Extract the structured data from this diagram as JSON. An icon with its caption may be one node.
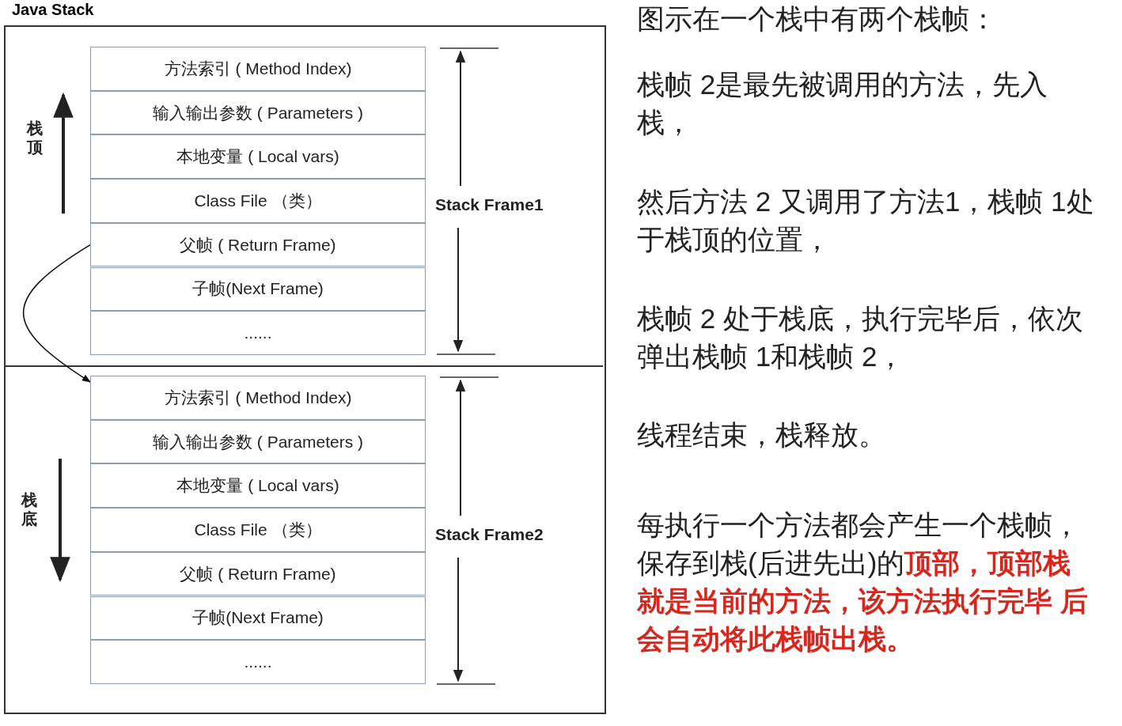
{
  "diagram": {
    "nodes": [
      {
        "text": [
          "Java Stack"
        ]
      },
      {
        "text": [
          "方法索引 ( Method Index)"
        ],
        "in": 0
      },
      {
        "text": [
          "输入输出参数 ( Parameters )"
        ],
        "in": 0
      },
      {
        "text": [
          "本地变量 ( Local vars)"
        ],
        "in": 0
      },
      {
        "text": [
          "Class File （类）"
        ],
        "in": 0
      },
      {
        "text": [
          "父帧 ( Return Frame)"
        ],
        "in": 0
      },
      {
        "text": [
          "子帧(Next Frame)"
        ],
        "in": 0
      },
      {
        "text": [
          "......"
        ],
        "in": 0
      },
      {
        "text": [
          "方法索引 ( Method Index)"
        ],
        "in": 0
      },
      {
        "text": [
          "输入输出参数 ( Parameters )"
        ],
        "in": 0
      },
      {
        "text": [
          "本地变量 ( Local vars)"
        ],
        "in": 0
      },
      {
        "text": [
          "Class File （类）"
        ],
        "in": 0
      },
      {
        "text": [
          "父帧 ( Return Frame)"
        ],
        "in": 0
      },
      {
        "text": [
          "子帧(Next Frame)"
        ],
        "in": 0
      },
      {
        "text": [
          "......"
        ],
        "in": 0
      }
    ],
    "edges": [
      {
        "from": 5,
        "to": 8,
        "arrow": "to"
      }
    ],
    "labels": [
      "栈顶",
      "Stack Frame1",
      "栈底",
      "Stack Frame2",
      "图示在一个栈中有两个栈帧：",
      "栈帧 2是最先被调用的方法，先入栈，",
      "然后方法 2 又调用了方法1，栈帧 1处于栈顶的位置，",
      "栈帧 2 处于栈底，执行完毕后，依次弹出栈帧 1和栈帧 2，",
      "线程结束，栈释放。",
      "每执行一个方法都会产生一个栈帧，保存到栈(后进先出)的",
      "顶部，顶部栈就是当前的方法，该方法执行完毕 后会自动将此栈帧出栈。"
    ]
  }
}
